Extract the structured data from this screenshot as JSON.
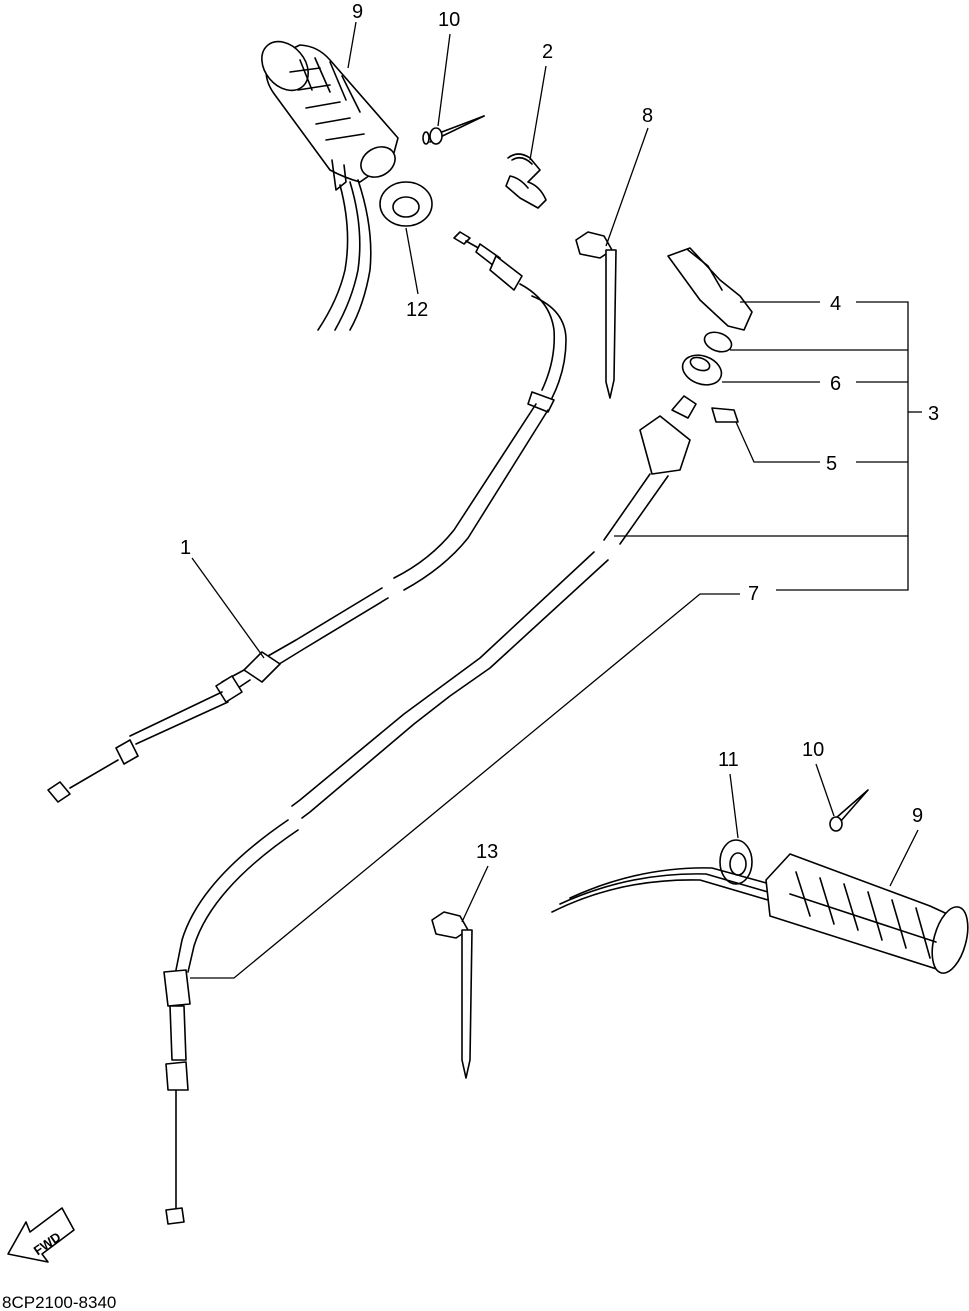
{
  "diagram": {
    "drawing_code": "8CP2100-8340",
    "direction_marker": "FWD",
    "labels": [
      {
        "id": "grip-left",
        "text": "9"
      },
      {
        "id": "screw-top",
        "text": "10"
      },
      {
        "id": "spring",
        "text": "2"
      },
      {
        "id": "clamp-top",
        "text": "8"
      },
      {
        "id": "collar-top",
        "text": "12"
      },
      {
        "id": "lever-bracket",
        "text": "4"
      },
      {
        "id": "ring",
        "text": "6"
      },
      {
        "id": "assembly",
        "text": "3"
      },
      {
        "id": "pin",
        "text": "5"
      },
      {
        "id": "cable-long",
        "text": "7"
      },
      {
        "id": "cable-short",
        "text": "1"
      },
      {
        "id": "collar-bottom",
        "text": "11"
      },
      {
        "id": "screw-bottom",
        "text": "10"
      },
      {
        "id": "grip-right",
        "text": "9"
      },
      {
        "id": "clamp-bottom",
        "text": "13"
      }
    ]
  }
}
